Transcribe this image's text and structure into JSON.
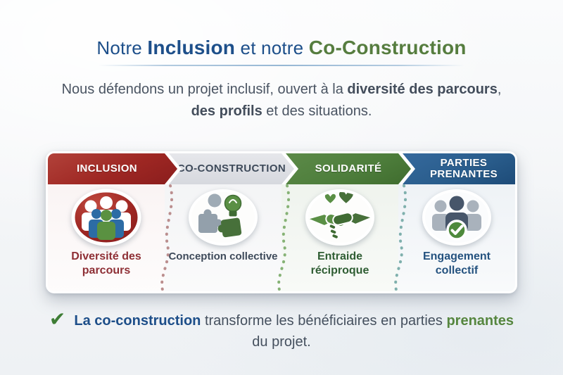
{
  "header": {
    "title": {
      "prefix": "Notre ",
      "bold_blue": "Inclusion",
      "middle": " et notre ",
      "bold_green": "Co-Construction"
    },
    "subtitle": {
      "l1_normal": "Nous défendons un projet inclusif, ouvert à la ",
      "l1_bold": "diversité des parcours",
      "l1_end": ",",
      "l2_bold": "des profils",
      "l2_normal": " et des situations."
    }
  },
  "process": {
    "sections": [
      {
        "label": "INCLUSION",
        "caption": "Diversité des parcours",
        "icon": "people-group-icon",
        "banner_color": "#9e2723",
        "banner_text_color": "#ffffff",
        "caption_color": "#8e2f35"
      },
      {
        "label": "CO-CONSTRUCTION",
        "caption": "Conception collective",
        "icon": "puzzle-lightbulb-icon",
        "banner_color": "#dcdee3",
        "banner_text_color": "#3e4a5a",
        "caption_color": "#3e4a5a"
      },
      {
        "label": "SOLIDARITÉ",
        "caption": "Entraide réciproque",
        "icon": "handshake-hearts-icon",
        "banner_color": "#4e7e3c",
        "banner_text_color": "#ffffff",
        "caption_color": "#2f5d33"
      },
      {
        "label": "PARTIES PRENANTES",
        "caption": "Engagement collectif",
        "icon": "people-check-icon",
        "banner_color": "#2a5d8c",
        "banner_text_color": "#ffffff",
        "caption_color": "#24527f"
      }
    ]
  },
  "footer": {
    "check_icon": "✔",
    "bold_blue": "La co-construction",
    "normal_mid": " transforme les bénéficiaires en parties ",
    "bold_green": "prenantes",
    "line2": "du projet."
  },
  "colors": {
    "title_blue": "#1d4f8a",
    "title_green": "#567d3f",
    "body_slate": "#4a5462",
    "divider_blue": "#96b7d4",
    "separator_red": "#bb8e8e",
    "separator_green": "#86b275",
    "separator_teal": "#7fb0ad",
    "card_background": "#ffffff",
    "page_background": "#f3f5f7"
  }
}
